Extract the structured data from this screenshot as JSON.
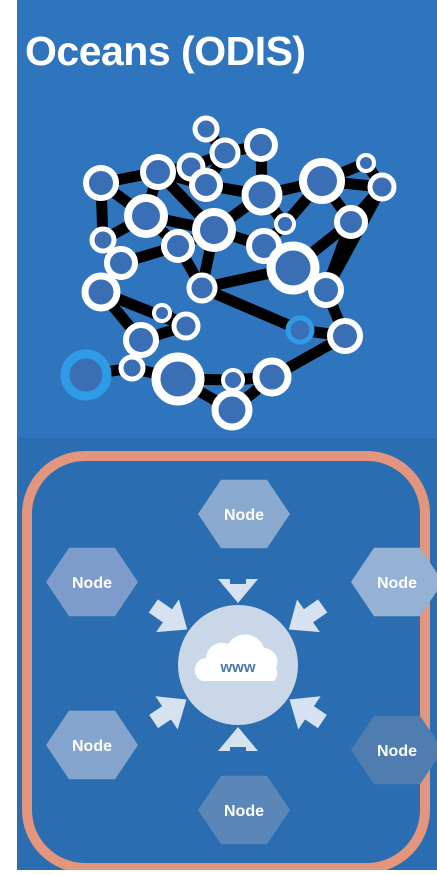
{
  "title": "Oceans (ODIS)",
  "hub": {
    "label": "www",
    "icon": "cloud-icon"
  },
  "nodes": [
    {
      "id": "top",
      "label": "Node",
      "color": "#8aa9cf"
    },
    {
      "id": "upper-left",
      "label": "Node",
      "color": "#7d9ccb"
    },
    {
      "id": "upper-right",
      "label": "Node",
      "color": "#95b2d4"
    },
    {
      "id": "lower-left",
      "label": "Node",
      "color": "#86a5ce"
    },
    {
      "id": "lower-right",
      "label": "Node",
      "color": "#4f7db0"
    },
    {
      "id": "bottom",
      "label": "Node",
      "color": "#5a86b8"
    }
  ],
  "colors": {
    "top_background": "#2f75bd",
    "bottom_background": "#2a6db0",
    "frame": "#e3957d",
    "network_edges": "#000000",
    "network_node_ring": "#ffffff",
    "network_node_fill": "#3a6fb5",
    "highlight_ring": "#2f9be6",
    "arrow": "#d6e2f0",
    "hub_fill": "#c9d7e8"
  }
}
